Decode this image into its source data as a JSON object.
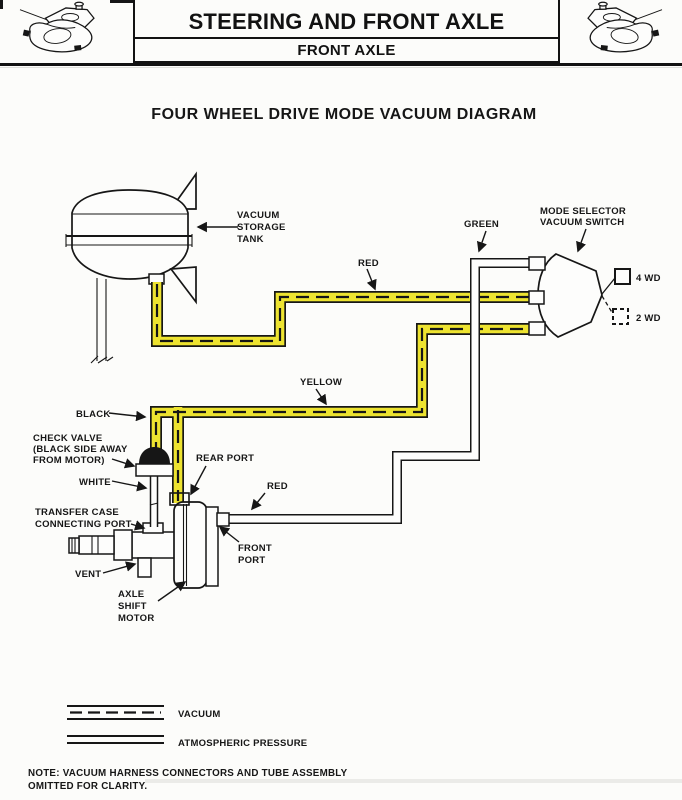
{
  "header": {
    "title": "STEERING AND FRONT AXLE",
    "subtitle": "FRONT AXLE"
  },
  "diagram": {
    "title": "FOUR WHEEL DRIVE MODE VACUUM DIAGRAM",
    "labels": {
      "vacuum_storage_tank": {
        "l1": "VACUUM",
        "l2": "STORAGE",
        "l3": "TANK"
      },
      "red_top": "RED",
      "green": "GREEN",
      "mode_selector": {
        "l1": "MODE SELECTOR",
        "l2": "VACUUM SWITCH"
      },
      "four_wd": "4 WD",
      "two_wd": "2 WD",
      "yellow": "YELLOW",
      "black": "BLACK",
      "check_valve": {
        "l1": "CHECK VALVE",
        "l2": "(BLACK SIDE AWAY",
        "l3": "FROM MOTOR)"
      },
      "white": "WHITE",
      "rear_port": "REAR PORT",
      "transfer_case": {
        "l1": "TRANSFER CASE",
        "l2": "CONNECTING PORT"
      },
      "red_lower": "RED",
      "front_port": {
        "l1": "FRONT",
        "l2": "PORT"
      },
      "vent": "VENT",
      "axle_shift_motor": {
        "l1": "AXLE",
        "l2": "SHIFT",
        "l3": "MOTOR"
      }
    },
    "legend": {
      "vacuum": "VACUUM",
      "atmospheric": "ATMOSPHERIC PRESSURE"
    },
    "note": {
      "line1": "NOTE: VACUUM HARNESS CONNECTORS AND TUBE ASSEMBLY",
      "line2": "OMITTED FOR CLARITY."
    }
  },
  "colors": {
    "vacuum_highlight": "#ede330",
    "line": "#161616",
    "paper": "#fcfcfa"
  }
}
